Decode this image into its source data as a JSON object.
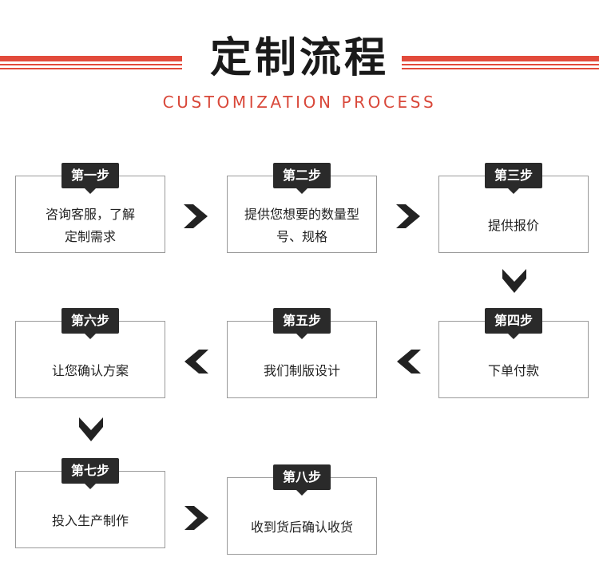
{
  "header": {
    "title": "定制流程",
    "subtitle": "CUSTOMIZATION PROCESS",
    "accent_color": "#e24a3b"
  },
  "steps": [
    {
      "label": "第一步",
      "desc": "咨询客服，了解定制需求"
    },
    {
      "label": "第二步",
      "desc": "提供您想要的数量型号、规格"
    },
    {
      "label": "第三步",
      "desc": "提供报价"
    },
    {
      "label": "第四步",
      "desc": "下单付款"
    },
    {
      "label": "第五步",
      "desc": "我们制版设计"
    },
    {
      "label": "第六步",
      "desc": "让您确认方案"
    },
    {
      "label": "第七步",
      "desc": "投入生产制作"
    },
    {
      "label": "第八步",
      "desc": "收到货后确认收货"
    }
  ],
  "icons": {
    "arrow": "chevron-arrow-icon"
  }
}
